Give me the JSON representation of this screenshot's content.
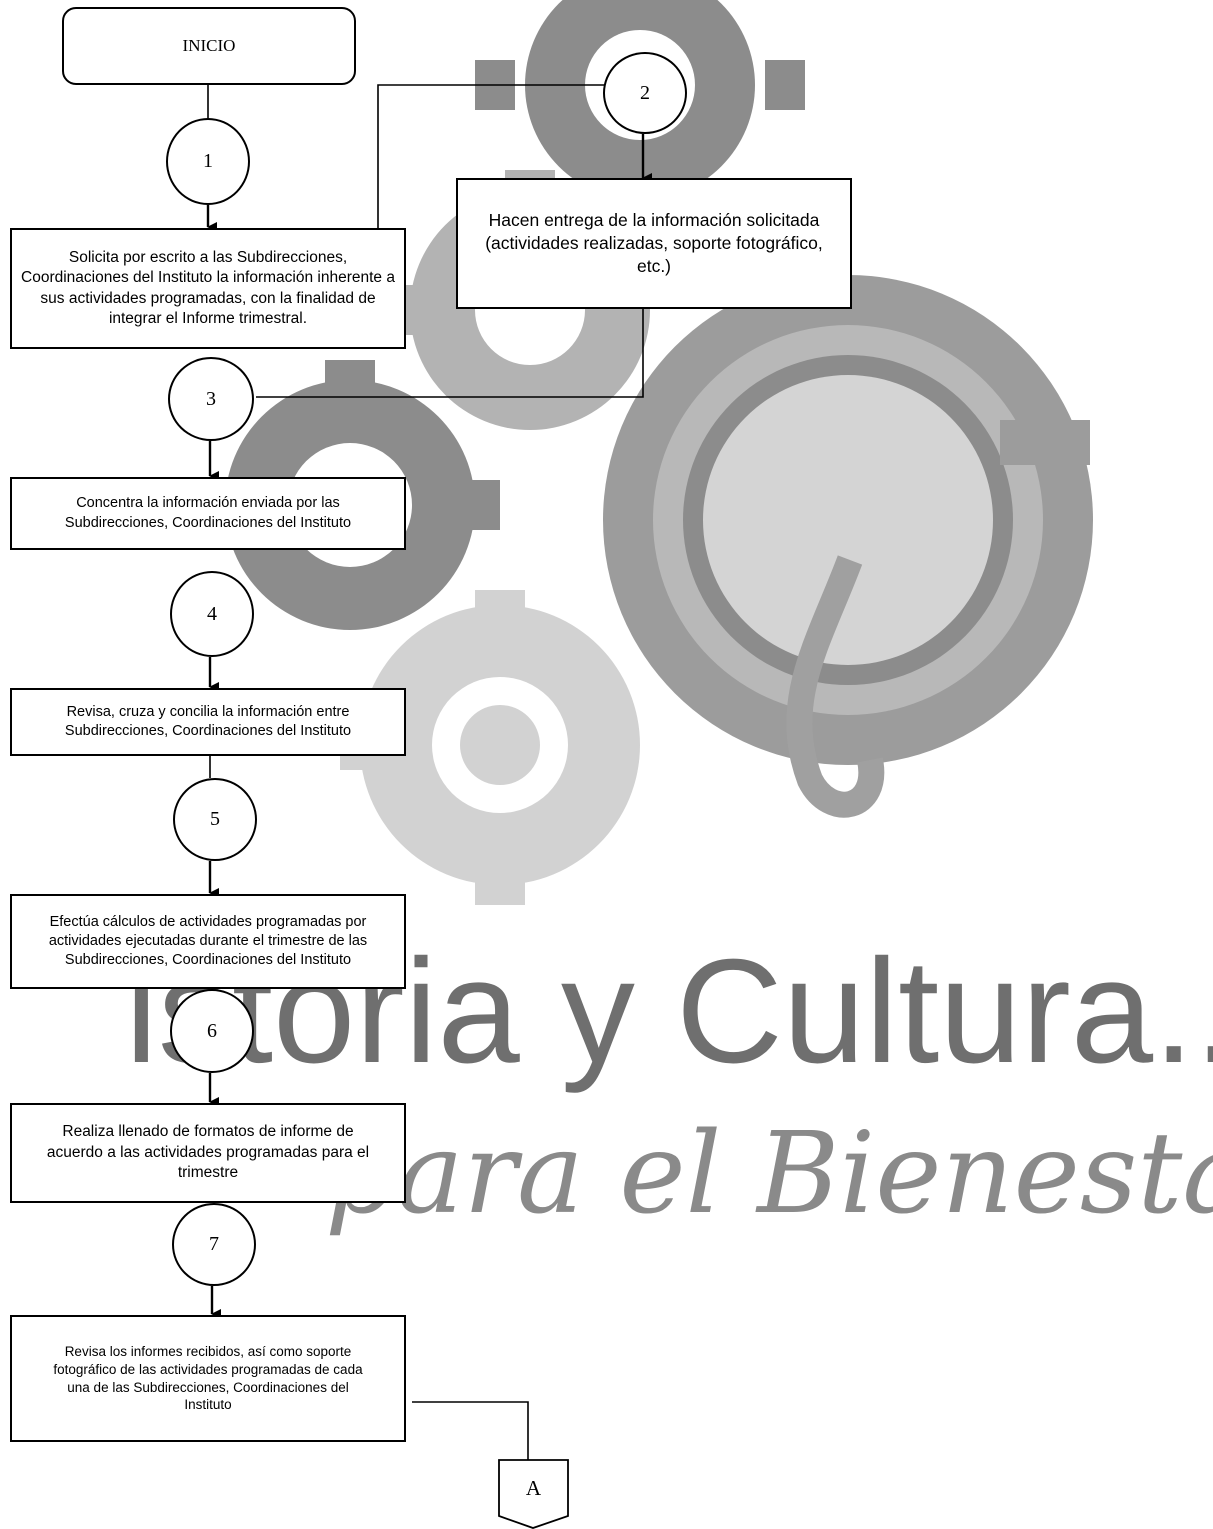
{
  "diagram": {
    "start_label": "INICIO",
    "nodes": {
      "n1": "1",
      "n2": "2",
      "n3": "3",
      "n4": "4",
      "n5": "5",
      "n6": "6",
      "n7": "7"
    },
    "steps": {
      "s1": "Solicita por escrito a las Subdirecciones, Coordinaciones del Instituto la información inherente a sus actividades programadas, con la finalidad de integrar el Informe trimestral.",
      "s2": "Hacen entrega de la información solicitada (actividades realizadas, soporte fotográfico, etc.)",
      "s3": "Concentra la información enviada por las Subdirecciones, Coordinaciones del Instituto",
      "s4": "Revisa, cruza y concilia la información entre Subdirecciones, Coordinaciones del Instituto",
      "s5": "Efectúa cálculos de actividades programadas por actividades ejecutadas durante el trimestre de las Subdirecciones, Coordinaciones del Instituto",
      "s6": "Realiza llenado de formatos de informe de acuerdo a las actividades programadas para el trimestre",
      "s7": "Revisa los informes recibidos, así como soporte fotográfico de las actividades programadas de cada una de las Subdirecciones, Coordinaciones del Instituto"
    },
    "connector_label": "A"
  },
  "watermark": {
    "line1": "istoria y Cultura...",
    "line2": "para el Bienestar",
    "colors": {
      "dark_gear": "#8c8c8c",
      "mid_gear": "#a9a9a9",
      "light_gear": "#cfcfcf",
      "text": "#6f6f6f"
    }
  }
}
